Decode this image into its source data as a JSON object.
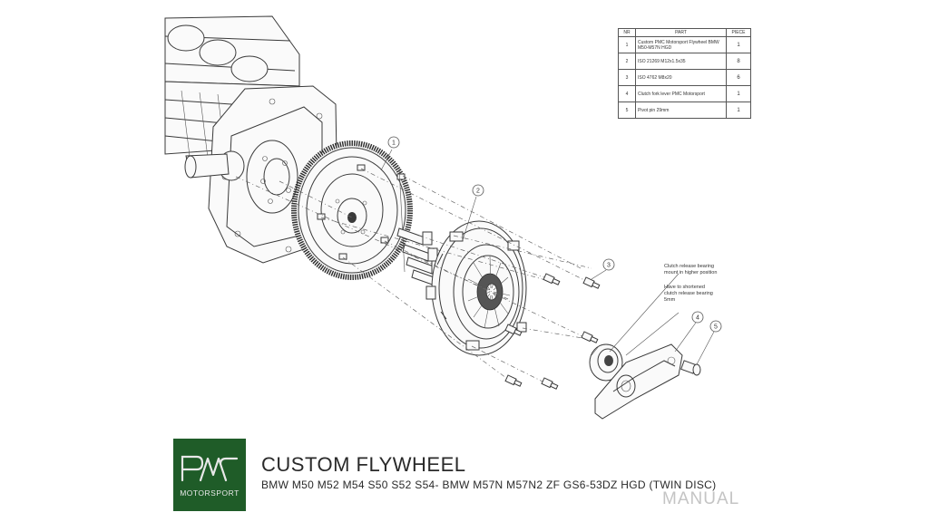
{
  "parts_table": {
    "headers": {
      "nr": "NR",
      "part": "PART",
      "piece": "PIECE"
    },
    "rows": [
      {
        "nr": "1",
        "part": "Custom PMC Motorsport Flywheel BMW M50-M57N HGD",
        "piece": "1"
      },
      {
        "nr": "2",
        "part": "ISO 21269 M12x1.5x35",
        "piece": "8"
      },
      {
        "nr": "3",
        "part": "ISO 4762 M8x20",
        "piece": "6"
      },
      {
        "nr": "4",
        "part": "Clutch fork lever PMC Motorsport",
        "piece": "1"
      },
      {
        "nr": "5",
        "part": "Pivot pin 29mm",
        "piece": "1"
      }
    ]
  },
  "callouts": [
    "1",
    "2",
    "3",
    "4",
    "5"
  ],
  "notes": {
    "bearing_mount": [
      "Clutch release bearing",
      "mount in higher position"
    ],
    "bearing_shorten": [
      "Have to shortened",
      "clutch release bearing",
      "5mm"
    ]
  },
  "branding": {
    "logo_letters": "PMC",
    "logo_sub": "MOTORSPORT",
    "logo_bg": "#1f5c28",
    "title": "CUSTOM FLYWHEEL",
    "subtitle": "BMW M50 M52 M54 S50 S52 S54- BMW M57N M57N2 ZF GS6-53DZ HGD (TWIN DISC)",
    "manual": "MANUAL"
  }
}
